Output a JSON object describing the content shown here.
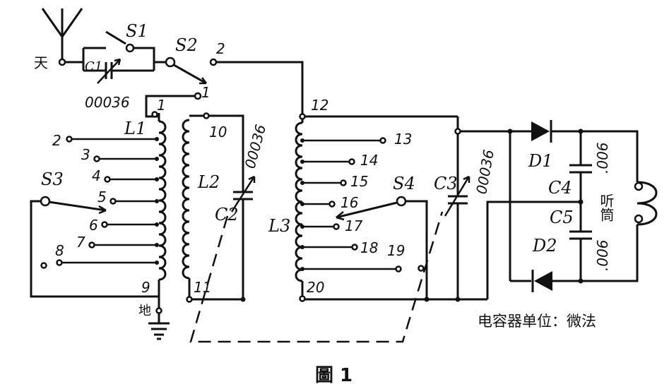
{
  "labels": {
    "antenna": "天",
    "ground": "地",
    "s1": "S1",
    "s2": "S2",
    "s3": "S3",
    "s4": "S4",
    "c1": "C1",
    "c2": "C2",
    "c3": "C3",
    "c4": "C4",
    "c5": "C5",
    "l1": "L1",
    "l2": "L2",
    "l3": "L3",
    "d1": "D1",
    "d2": "D2",
    "c1_value": "00036",
    "c2_value": "00036",
    "c3_value": "00036",
    "c4_value": ".006",
    "c5_value": ".006",
    "earphone": "听筒",
    "unit_note": "电容器单位：微法",
    "caption": "圖 1"
  },
  "taps": {
    "l1": [
      "1",
      "2",
      "3",
      "4",
      "5",
      "6",
      "7",
      "8",
      "9"
    ],
    "l2": [
      "10",
      "11"
    ],
    "l3": [
      "12",
      "13",
      "14",
      "15",
      "16",
      "17",
      "18",
      "19",
      "20"
    ],
    "s2_positions": [
      "1",
      "2"
    ]
  }
}
